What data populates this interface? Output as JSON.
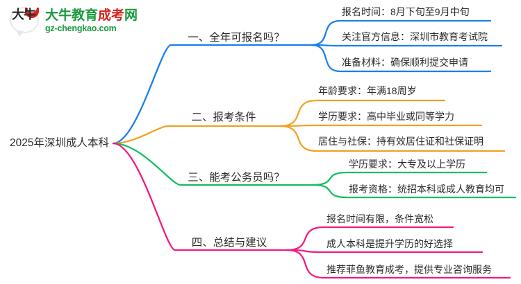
{
  "logo": {
    "mark_text": "大牛",
    "title_green": "大牛教育",
    "title_red": "成考",
    "title_green2": "网",
    "url": "gz-chengkao.com"
  },
  "mindmap": {
    "root": {
      "label": "2025年深圳成人本科"
    },
    "branches": [
      {
        "label": "一、全年可报名吗？",
        "color": "#1a7fea",
        "children": [
          {
            "label": "报名时间：8月下旬至9月中旬"
          },
          {
            "label": "关注官方信息：深圳市教育考试院"
          },
          {
            "label": "准备材料：确保顺利提交申请"
          }
        ]
      },
      {
        "label": "二、报考条件",
        "color": "#f0a222",
        "children": [
          {
            "label": "年龄要求：年满18周岁"
          },
          {
            "label": "学历要求：高中毕业或同等学力"
          },
          {
            "label": "居住与社保：持有效居住证和社保证明"
          }
        ]
      },
      {
        "label": "三、能考公务员吗？",
        "color": "#14bf63",
        "children": [
          {
            "label": "学历要求：大专及以上学历"
          },
          {
            "label": "报考资格：统招本科或成人教育均可"
          }
        ]
      },
      {
        "label": "四、总结与建议",
        "color": "#f5197f",
        "children": [
          {
            "label": "报名时间有限，条件宽松"
          },
          {
            "label": "成人本科是提升学历的好选择"
          },
          {
            "label": "推荐菲鱼教育成考，提供专业咨询服务"
          }
        ]
      }
    ]
  }
}
